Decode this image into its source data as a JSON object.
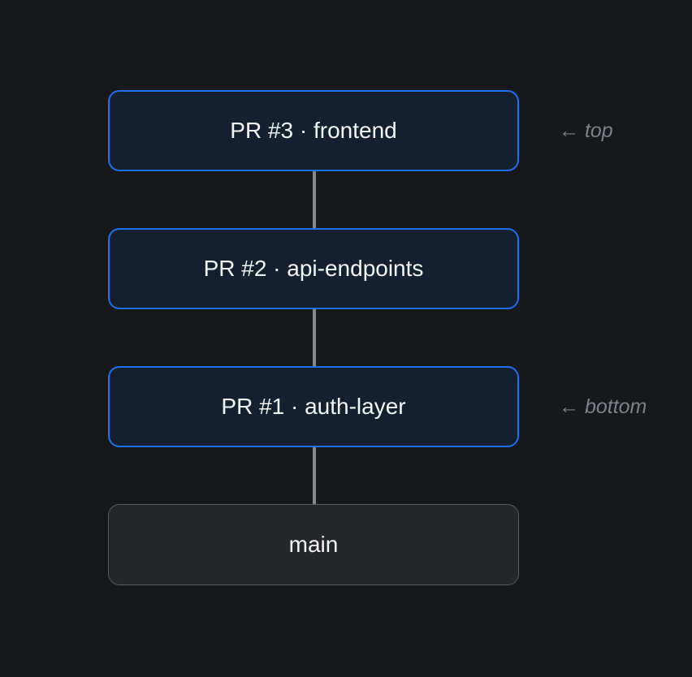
{
  "diagram": {
    "nodes": [
      {
        "label": "PR #3 · frontend",
        "kind": "pr"
      },
      {
        "label": "PR #2 · api-endpoints",
        "kind": "pr"
      },
      {
        "label": "PR #1 · auth-layer",
        "kind": "pr"
      },
      {
        "label": "main",
        "kind": "base"
      }
    ],
    "edges": [
      {
        "from": "PR #3 · frontend",
        "to": "PR #2 · api-endpoints"
      },
      {
        "from": "PR #2 · api-endpoints",
        "to": "PR #1 · auth-layer"
      },
      {
        "from": "PR #1 · auth-layer",
        "to": "main"
      }
    ],
    "annotations": [
      {
        "label": "← top",
        "target": "PR #3 · frontend"
      },
      {
        "label": "← bottom",
        "target": "PR #1 · auth-layer"
      }
    ],
    "colors": {
      "background": "#16181c",
      "pr_fill": "#14202f",
      "pr_border": "#1f6feb",
      "base_fill": "#242629",
      "base_border": "#565b61",
      "connector": "#85888d",
      "label_text": "#f5f6f7",
      "annotation_text": "#7d8187"
    }
  }
}
